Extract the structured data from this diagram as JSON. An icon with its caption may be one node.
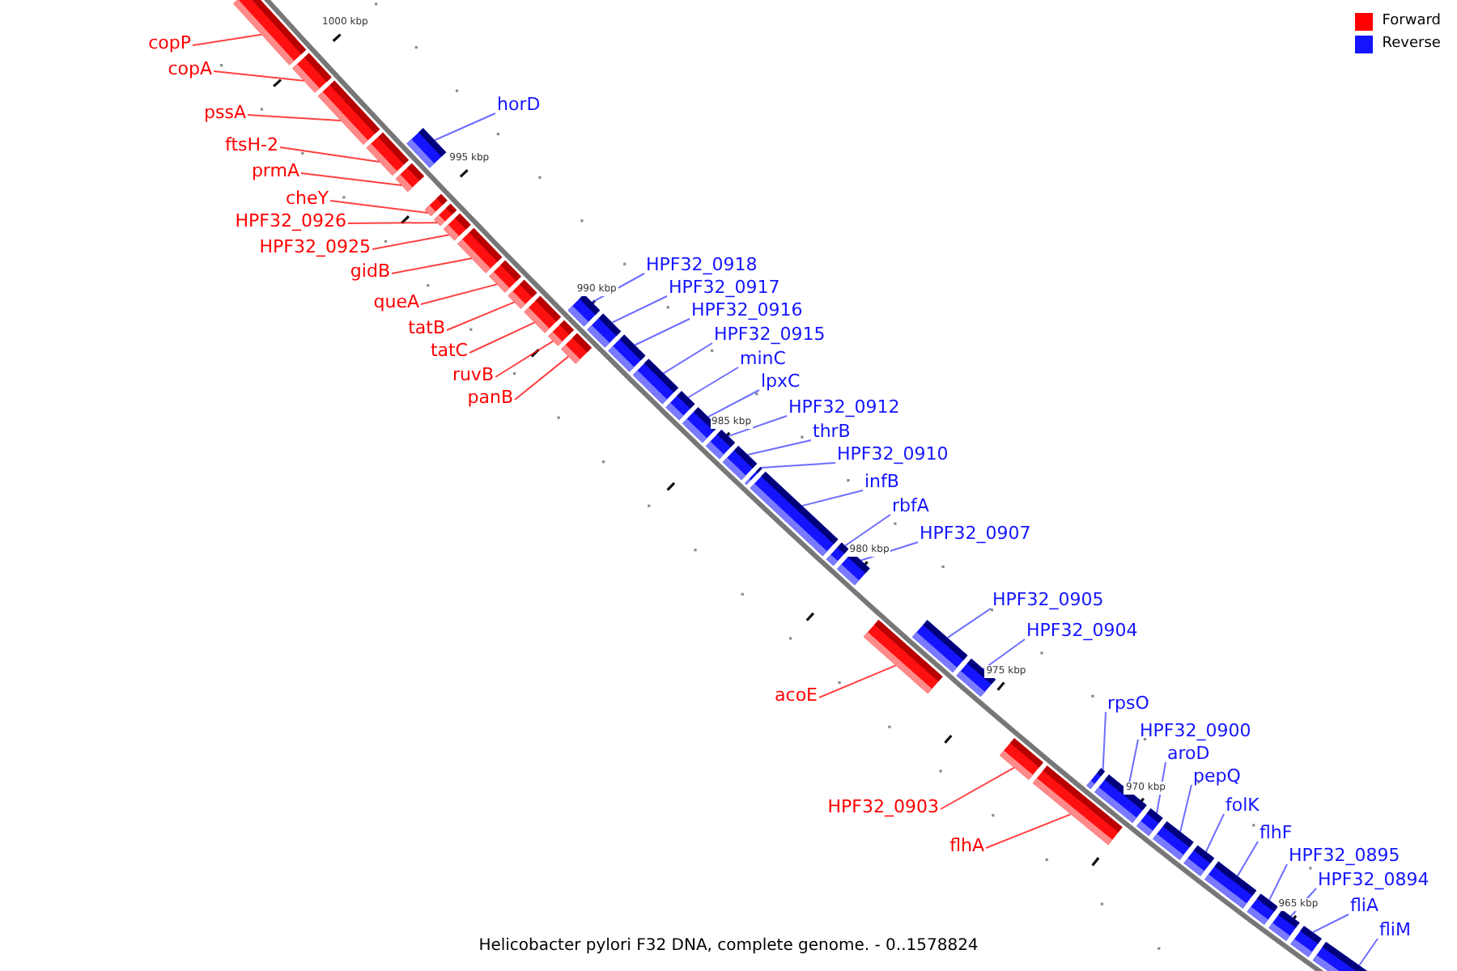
{
  "diagram": {
    "caption": "Helicobacter pylori F32 DNA, complete genome. - 0..1578824",
    "nodes": [
      {
        "text": [
          "copP"
        ]
      },
      {
        "text": [],
        "shape": "bar"
      },
      {
        "text": [
          "copA"
        ]
      },
      {
        "text": [],
        "shape": "bar"
      },
      {
        "text": [
          "pssA"
        ]
      },
      {
        "text": [],
        "shape": "bar"
      },
      {
        "text": [
          "ftsH-2"
        ]
      },
      {
        "text": [],
        "shape": "bar"
      },
      {
        "text": [
          "horD"
        ]
      },
      {
        "text": [],
        "shape": "bar"
      },
      {
        "text": [
          "prmA"
        ]
      },
      {
        "text": [],
        "shape": "bar"
      },
      {
        "text": [
          "cheY"
        ]
      },
      {
        "text": [],
        "shape": "bar"
      },
      {
        "text": [
          "HPF32_0926"
        ]
      },
      {
        "text": [],
        "shape": "bar"
      },
      {
        "text": [
          "HPF32_0925"
        ]
      },
      {
        "text": [],
        "shape": "bar"
      },
      {
        "text": [
          "gidB"
        ]
      },
      {
        "text": [],
        "shape": "bar"
      },
      {
        "text": [
          "queA"
        ]
      },
      {
        "text": [],
        "shape": "bar"
      },
      {
        "text": [
          "tatB"
        ]
      },
      {
        "text": [],
        "shape": "bar"
      },
      {
        "text": [
          "tatC"
        ]
      },
      {
        "text": [],
        "shape": "bar"
      },
      {
        "text": [
          "HPF32_0918"
        ]
      },
      {
        "text": [],
        "shape": "bar"
      },
      {
        "text": [
          "ruvB"
        ]
      },
      {
        "text": [],
        "shape": "bar"
      },
      {
        "text": [
          "panB"
        ]
      },
      {
        "text": [],
        "shape": "bar"
      },
      {
        "text": [
          "HPF32_0917"
        ]
      },
      {
        "text": [],
        "shape": "bar"
      },
      {
        "text": [
          "HPF32_0916"
        ]
      },
      {
        "text": [],
        "shape": "bar"
      },
      {
        "text": [
          "HPF32_0915"
        ]
      },
      {
        "text": [],
        "shape": "bar"
      },
      {
        "text": [
          "minC"
        ]
      },
      {
        "text": [],
        "shape": "bar"
      },
      {
        "text": [
          "lpxC"
        ]
      },
      {
        "text": [],
        "shape": "bar"
      },
      {
        "text": [
          "HPF32_0912"
        ]
      },
      {
        "text": [],
        "shape": "bar"
      },
      {
        "text": [
          "thrB"
        ]
      },
      {
        "text": [],
        "shape": "bar"
      },
      {
        "text": [
          "HPF32_0910"
        ]
      },
      {
        "text": [],
        "shape": "bar"
      },
      {
        "text": [
          "infB"
        ]
      },
      {
        "text": [],
        "shape": "bar"
      },
      {
        "text": [
          "rbfA"
        ]
      },
      {
        "text": [],
        "shape": "bar"
      },
      {
        "text": [
          "HPF32_0907"
        ]
      },
      {
        "text": [],
        "shape": "bar"
      },
      {
        "text": [
          "acoE"
        ]
      },
      {
        "text": [],
        "shape": "bar"
      },
      {
        "text": [
          "HPF32_0905"
        ]
      },
      {
        "text": [],
        "shape": "bar"
      },
      {
        "text": [
          "HPF32_0904"
        ]
      },
      {
        "text": [],
        "shape": "bar"
      },
      {
        "text": [
          "HPF32_0903"
        ]
      },
      {
        "text": [],
        "shape": "bar"
      },
      {
        "text": [
          "flhA"
        ]
      },
      {
        "text": [],
        "shape": "bar"
      },
      {
        "text": [
          "rpsO"
        ]
      },
      {
        "text": [],
        "shape": "bar"
      },
      {
        "text": [
          "HPF32_0900"
        ]
      },
      {
        "text": [],
        "shape": "bar"
      },
      {
        "text": [
          "aroD"
        ]
      },
      {
        "text": [],
        "shape": "bar"
      },
      {
        "text": [
          "pepQ"
        ]
      },
      {
        "text": [],
        "shape": "bar"
      },
      {
        "text": [
          "folK"
        ]
      },
      {
        "text": [],
        "shape": "bar"
      },
      {
        "text": [
          "flhF"
        ]
      },
      {
        "text": [],
        "shape": "bar"
      },
      {
        "text": [
          "HPF32_0895"
        ]
      },
      {
        "text": [],
        "shape": "bar"
      },
      {
        "text": [
          "HPF32_0894"
        ]
      },
      {
        "text": [],
        "shape": "bar"
      },
      {
        "text": [
          "fliA"
        ]
      },
      {
        "text": [],
        "shape": "bar"
      },
      {
        "text": [
          "fliM"
        ]
      },
      {
        "text": [],
        "shape": "bar"
      }
    ],
    "edges": [
      {
        "from": 0,
        "to": 1,
        "arrow": "none",
        "color": "#ff0000"
      },
      {
        "from": 2,
        "to": 3,
        "arrow": "none",
        "color": "#ff0000"
      },
      {
        "from": 4,
        "to": 5,
        "arrow": "none",
        "color": "#ff0000"
      },
      {
        "from": 6,
        "to": 7,
        "arrow": "none",
        "color": "#ff0000"
      },
      {
        "from": 8,
        "to": 9,
        "arrow": "none"
      },
      {
        "from": 10,
        "to": 11,
        "arrow": "none",
        "color": "#ff0000"
      },
      {
        "from": 12,
        "to": 13,
        "arrow": "none",
        "color": "#ff0000"
      },
      {
        "from": 14,
        "to": 15,
        "arrow": "none",
        "color": "#ff0000"
      },
      {
        "from": 16,
        "to": 17,
        "arrow": "none",
        "color": "#ff0000"
      },
      {
        "from": 18,
        "to": 19,
        "arrow": "none",
        "color": "#ff0000"
      },
      {
        "from": 20,
        "to": 21,
        "arrow": "none",
        "color": "#ff0000"
      },
      {
        "from": 22,
        "to": 23,
        "arrow": "none",
        "color": "#ff0000"
      },
      {
        "from": 24,
        "to": 25,
        "arrow": "none",
        "color": "#ff0000"
      },
      {
        "from": 26,
        "to": 27,
        "arrow": "none"
      },
      {
        "from": 28,
        "to": 29,
        "arrow": "none",
        "color": "#ff0000"
      },
      {
        "from": 30,
        "to": 31,
        "arrow": "none",
        "color": "#ff0000"
      },
      {
        "from": 32,
        "to": 33,
        "arrow": "none"
      },
      {
        "from": 34,
        "to": 35,
        "arrow": "none"
      },
      {
        "from": 36,
        "to": 37,
        "arrow": "none"
      },
      {
        "from": 38,
        "to": 39,
        "arrow": "none"
      },
      {
        "from": 40,
        "to": 41,
        "arrow": "none"
      },
      {
        "from": 42,
        "to": 43,
        "arrow": "none"
      },
      {
        "from": 44,
        "to": 45,
        "arrow": "none"
      },
      {
        "from": 46,
        "to": 47,
        "arrow": "none"
      },
      {
        "from": 48,
        "to": 49,
        "arrow": "none"
      },
      {
        "from": 50,
        "to": 51,
        "arrow": "none"
      },
      {
        "from": 52,
        "to": 53,
        "arrow": "none"
      },
      {
        "from": 54,
        "to": 55,
        "arrow": "none",
        "color": "#ff0000"
      },
      {
        "from": 56,
        "to": 57,
        "arrow": "none"
      },
      {
        "from": 58,
        "to": 59,
        "arrow": "none"
      },
      {
        "from": 60,
        "to": 61,
        "arrow": "none",
        "color": "#ff0000"
      },
      {
        "from": 62,
        "to": 63,
        "arrow": "none",
        "color": "#ff0000"
      },
      {
        "from": 64,
        "to": 65,
        "arrow": "none"
      },
      {
        "from": 66,
        "to": 67,
        "arrow": "none"
      },
      {
        "from": 68,
        "to": 69,
        "arrow": "none"
      },
      {
        "from": 70,
        "to": 71,
        "arrow": "none"
      },
      {
        "from": 72,
        "to": 73,
        "arrow": "none"
      },
      {
        "from": 74,
        "to": 75,
        "arrow": "none"
      },
      {
        "from": 76,
        "to": 77,
        "arrow": "none"
      },
      {
        "from": 78,
        "to": 79,
        "arrow": "none"
      },
      {
        "from": 80,
        "to": 81,
        "arrow": "none"
      },
      {
        "from": 82,
        "to": 83,
        "arrow": "none"
      }
    ],
    "labels": [
      "1000 kbp",
      "995 kbp",
      "990 kbp",
      "985 kbp",
      "980 kbp",
      "975 kbp",
      "970 kbp",
      "965 kbp"
    ],
    "legend": [
      {
        "text": "Forward",
        "color": "#ff0000"
      },
      {
        "text": "Reverse",
        "color": "#1414ff"
      }
    ]
  }
}
